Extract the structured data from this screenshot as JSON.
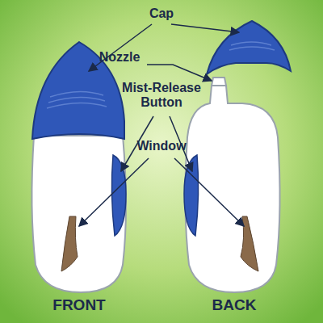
{
  "diagram": {
    "labels": [
      "Cap",
      "Nozzle",
      "Mist-Release Button",
      "Window",
      "FRONT",
      "BACK"
    ]
  }
}
